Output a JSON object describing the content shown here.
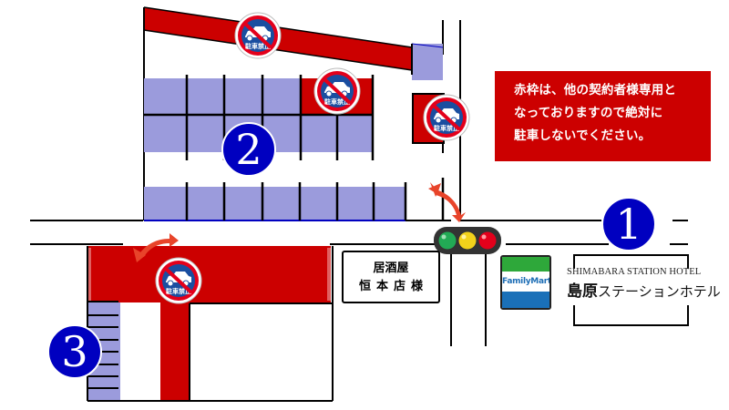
{
  "notice": {
    "lines": [
      "赤枠は、他の契約者様専用と",
      "なっておりますので絶対に",
      "駐車しないでください。"
    ]
  },
  "markers": [
    {
      "id": "1",
      "label": "1"
    },
    {
      "id": "2",
      "label": "2"
    },
    {
      "id": "3",
      "label": "3"
    }
  ],
  "no_parking_sign": {
    "label": "駐車禁止",
    "icon": "no-parking-icon"
  },
  "landmarks": {
    "izakaya": {
      "line1": "居酒屋",
      "line2": "恒本店様"
    },
    "familymart": {
      "label": "FamilyMart"
    },
    "hotel": {
      "english": "SHIMABARA STATION HOTEL",
      "japanese_bold": "島原",
      "japanese_rest": "ステーションホテル"
    }
  },
  "traffic_light": {
    "colors": [
      "#22aa55",
      "#f2d21b",
      "#e3001b"
    ]
  },
  "colors": {
    "restricted_red": "#cc0000",
    "parking_lavender": "#9b9bdc",
    "marker_blue": "#0000c0",
    "arrow_orange": "#e8442a"
  }
}
